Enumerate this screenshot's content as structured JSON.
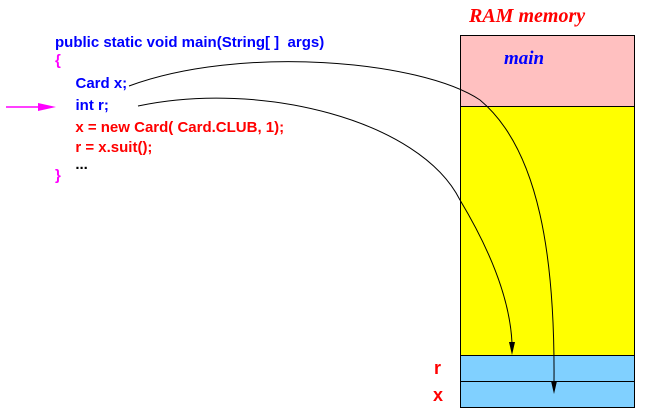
{
  "code": {
    "lines": [
      "public static void main(String[ ]  args)",
      "{",
      "   Card x;",
      "   int r;",
      "  x = new Card( Card.CLUB, 1);",
      "  r = x.suit();",
      "  ...",
      "}"
    ]
  },
  "memory": {
    "title": "RAM memory",
    "main_label": "main",
    "var_r_label": "r",
    "var_x_label": "x"
  },
  "colors": {
    "declaration": "#0000ff",
    "statement": "#ff0000",
    "brace": "#ff00ff",
    "pointer_arrow": "#ff00ff",
    "main_frame": "#ffc0c0",
    "free_memory": "#ffff00",
    "variable_cell": "#80d0ff",
    "title": "#ff0000",
    "main_label": "#0000ff",
    "var_labels": "#ff0000"
  }
}
